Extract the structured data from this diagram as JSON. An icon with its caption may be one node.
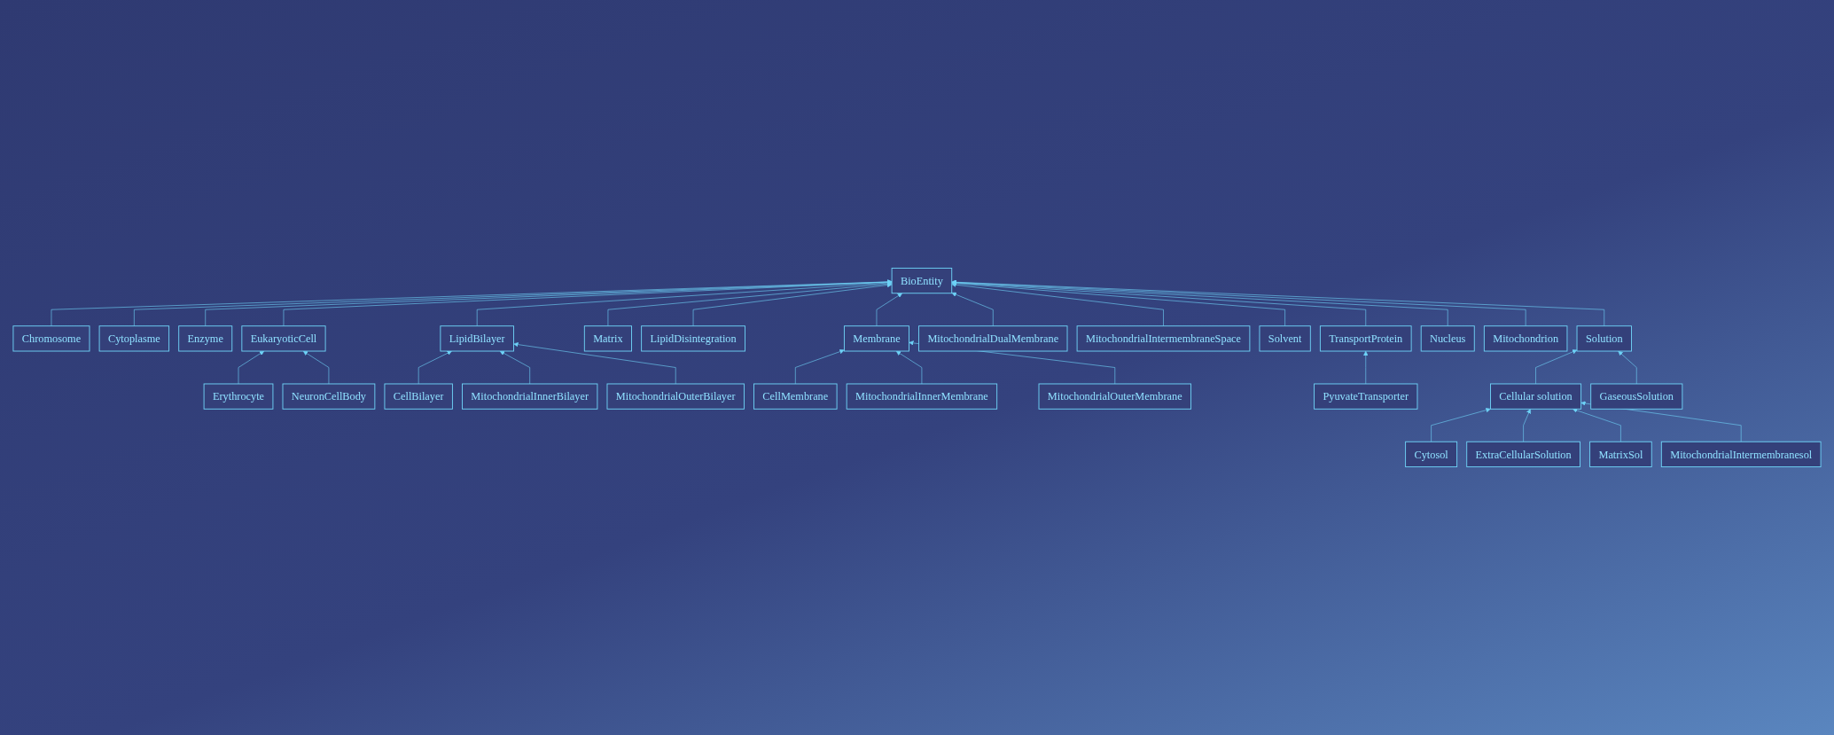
{
  "diagram": {
    "nodes": [
      {
        "text": [
          "BioEntity"
        ]
      },
      {
        "text": [
          "Chromosome"
        ]
      },
      {
        "text": [
          "Cytoplasme"
        ]
      },
      {
        "text": [
          "Enzyme"
        ]
      },
      {
        "text": [
          "EukaryoticCell"
        ]
      },
      {
        "text": [
          "Erythrocyte"
        ]
      },
      {
        "text": [
          "NeuronCellBody"
        ]
      },
      {
        "text": [
          "LipidBilayer"
        ]
      },
      {
        "text": [
          "CellBilayer"
        ]
      },
      {
        "text": [
          "MitochondrialInnerBilayer"
        ]
      },
      {
        "text": [
          "MitochondrialOuterBilayer"
        ]
      },
      {
        "text": [
          "Matrix"
        ]
      },
      {
        "text": [
          "LipidDisintegration"
        ]
      },
      {
        "text": [
          "Membrane"
        ]
      },
      {
        "text": [
          "CellMembrane"
        ]
      },
      {
        "text": [
          "MitochondrialInnerMembrane"
        ]
      },
      {
        "text": [
          "MitochondrialOuterMembrane"
        ]
      },
      {
        "text": [
          "MitochondrialDualMembrane"
        ]
      },
      {
        "text": [
          "MitochondrialIntermembraneSpace"
        ]
      },
      {
        "text": [
          "Solvent"
        ]
      },
      {
        "text": [
          "TransportProtein"
        ]
      },
      {
        "text": [
          "PyuvateTransporter"
        ]
      },
      {
        "text": [
          "Nucleus"
        ]
      },
      {
        "text": [
          "Mitochondrion"
        ]
      },
      {
        "text": [
          "Solution"
        ]
      },
      {
        "text": [
          "Cellular solution"
        ]
      },
      {
        "text": [
          "GaseousSolution"
        ]
      },
      {
        "text": [
          "Cytosol"
        ]
      },
      {
        "text": [
          "ExtraCellularSolution"
        ]
      },
      {
        "text": [
          "MatrixSol"
        ]
      },
      {
        "text": [
          "MitochondrialIntermembranesol"
        ]
      }
    ],
    "edges": [
      {
        "from": 1,
        "to": 0,
        "arrow": "to"
      },
      {
        "from": 2,
        "to": 0,
        "arrow": "to"
      },
      {
        "from": 3,
        "to": 0,
        "arrow": "to"
      },
      {
        "from": 4,
        "to": 0,
        "arrow": "to"
      },
      {
        "from": 5,
        "to": 4,
        "arrow": "to"
      },
      {
        "from": 6,
        "to": 4,
        "arrow": "to"
      },
      {
        "from": 7,
        "to": 0,
        "arrow": "to"
      },
      {
        "from": 8,
        "to": 7,
        "arrow": "to"
      },
      {
        "from": 9,
        "to": 7,
        "arrow": "to"
      },
      {
        "from": 10,
        "to": 7,
        "arrow": "to"
      },
      {
        "from": 11,
        "to": 0,
        "arrow": "to"
      },
      {
        "from": 12,
        "to": 0,
        "arrow": "to"
      },
      {
        "from": 13,
        "to": 0,
        "arrow": "to"
      },
      {
        "from": 14,
        "to": 13,
        "arrow": "to"
      },
      {
        "from": 15,
        "to": 13,
        "arrow": "to"
      },
      {
        "from": 16,
        "to": 13,
        "arrow": "to"
      },
      {
        "from": 17,
        "to": 0,
        "arrow": "to"
      },
      {
        "from": 18,
        "to": 0,
        "arrow": "to"
      },
      {
        "from": 19,
        "to": 0,
        "arrow": "to"
      },
      {
        "from": 20,
        "to": 0,
        "arrow": "to"
      },
      {
        "from": 21,
        "to": 20,
        "arrow": "to"
      },
      {
        "from": 22,
        "to": 0,
        "arrow": "to"
      },
      {
        "from": 23,
        "to": 0,
        "arrow": "to"
      },
      {
        "from": 24,
        "to": 0,
        "arrow": "to"
      },
      {
        "from": 25,
        "to": 24,
        "arrow": "to"
      },
      {
        "from": 26,
        "to": 24,
        "arrow": "to"
      },
      {
        "from": 27,
        "to": 25,
        "arrow": "to"
      },
      {
        "from": 28,
        "to": 25,
        "arrow": "to"
      },
      {
        "from": 29,
        "to": 25,
        "arrow": "to"
      },
      {
        "from": 30,
        "to": 25,
        "arrow": "to"
      }
    ]
  }
}
